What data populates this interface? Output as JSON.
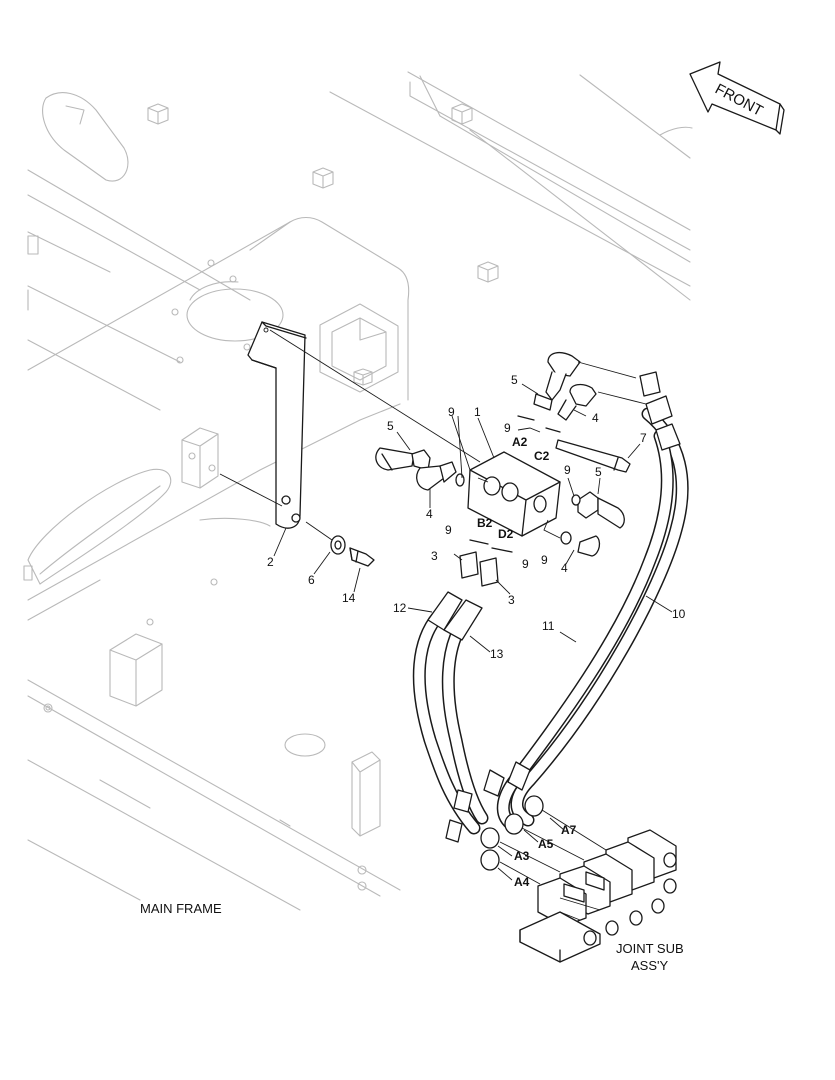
{
  "captions": {
    "main_frame": "MAIN FRAME",
    "joint_line1": "JOINT SUB",
    "joint_line2": "ASS'Y",
    "front": "FRONT"
  },
  "part_numbers": {
    "p1": "1",
    "p2": "2",
    "p3a": "3",
    "p3b": "3",
    "p4a": "4",
    "p4b": "4",
    "p4c": "4",
    "p5a": "5",
    "p5b": "5",
    "p5c": "5",
    "p6": "6",
    "p7": "7",
    "p9a": "9",
    "p9b": "9",
    "p9c": "9",
    "p9d": "9",
    "p9e": "9",
    "p9f": "9",
    "p10": "10",
    "p11": "11",
    "p12": "12",
    "p13": "13",
    "p14": "14"
  },
  "ports": {
    "a2": "A2",
    "c2": "C2",
    "b2": "B2",
    "d2": "D2",
    "a7": "A7",
    "a5": "A5",
    "a3": "A3",
    "a4": "A4"
  }
}
